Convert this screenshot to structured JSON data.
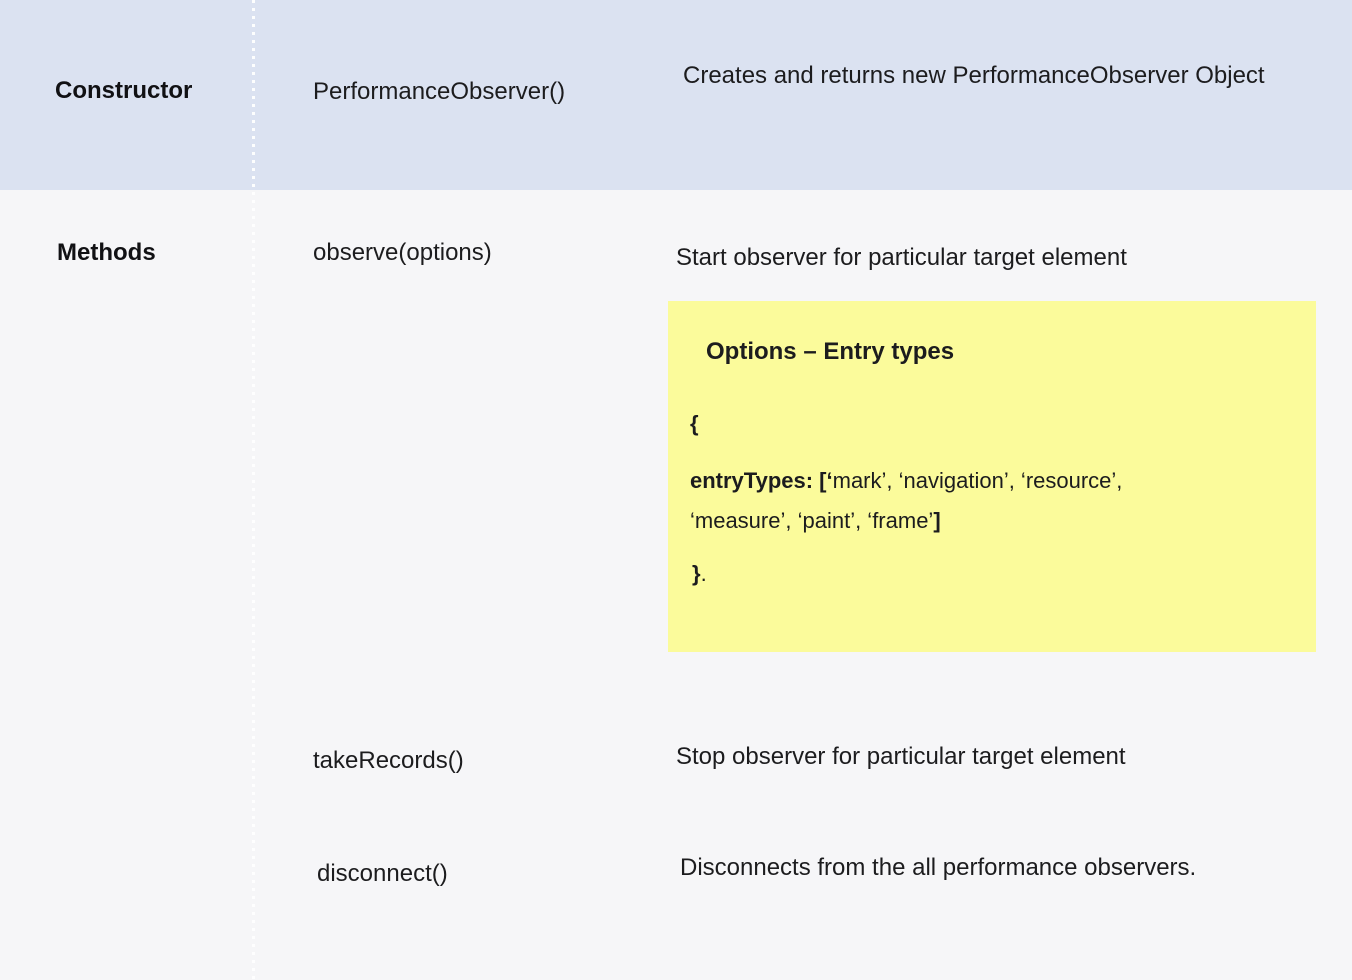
{
  "colors": {
    "header_bg": "#dbe2f1",
    "body_bg": "#f6f6f8",
    "note_bg": "#fbfb9b",
    "text": "#1c1c1e"
  },
  "constructor_row": {
    "label": "Constructor",
    "signature": "PerformanceObserver()",
    "description": "Creates and returns new PerformanceObserver Object"
  },
  "methods": {
    "label": "Methods",
    "rows": [
      {
        "signature": "observe(options)",
        "description": "Start observer for particular target element"
      },
      {
        "signature": "takeRecords()",
        "description": "Stop observer for particular target element"
      },
      {
        "signature": "disconnect()",
        "description": "Disconnects from the all performance observers."
      }
    ]
  },
  "options_note": {
    "title": "Options – Entry types",
    "brace_open": "{",
    "entry_key": "entryTypes: [‘",
    "entry_values": "mark’, ‘navigation’, ‘resource’, ‘measure’, ‘paint’, ‘frame’",
    "bracket_close": "]",
    "brace_close": "}",
    "period": "."
  }
}
